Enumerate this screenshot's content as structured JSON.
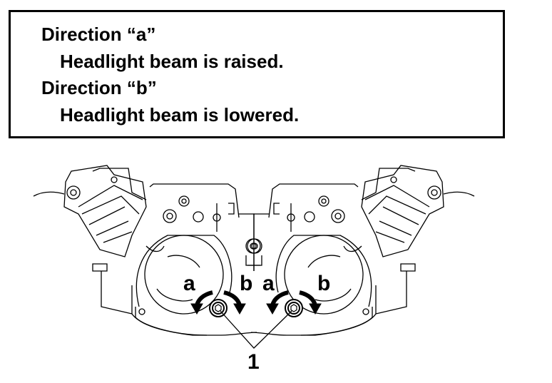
{
  "instructions": [
    {
      "direction": "Direction “a”",
      "result": "Headlight beam is raised."
    },
    {
      "direction": "Direction “b”",
      "result": "Headlight beam is lowered."
    }
  ],
  "diagram": {
    "labels": {
      "left_a": "a",
      "left_b": "b",
      "right_a": "a",
      "right_b": "b",
      "callout": "1"
    }
  }
}
